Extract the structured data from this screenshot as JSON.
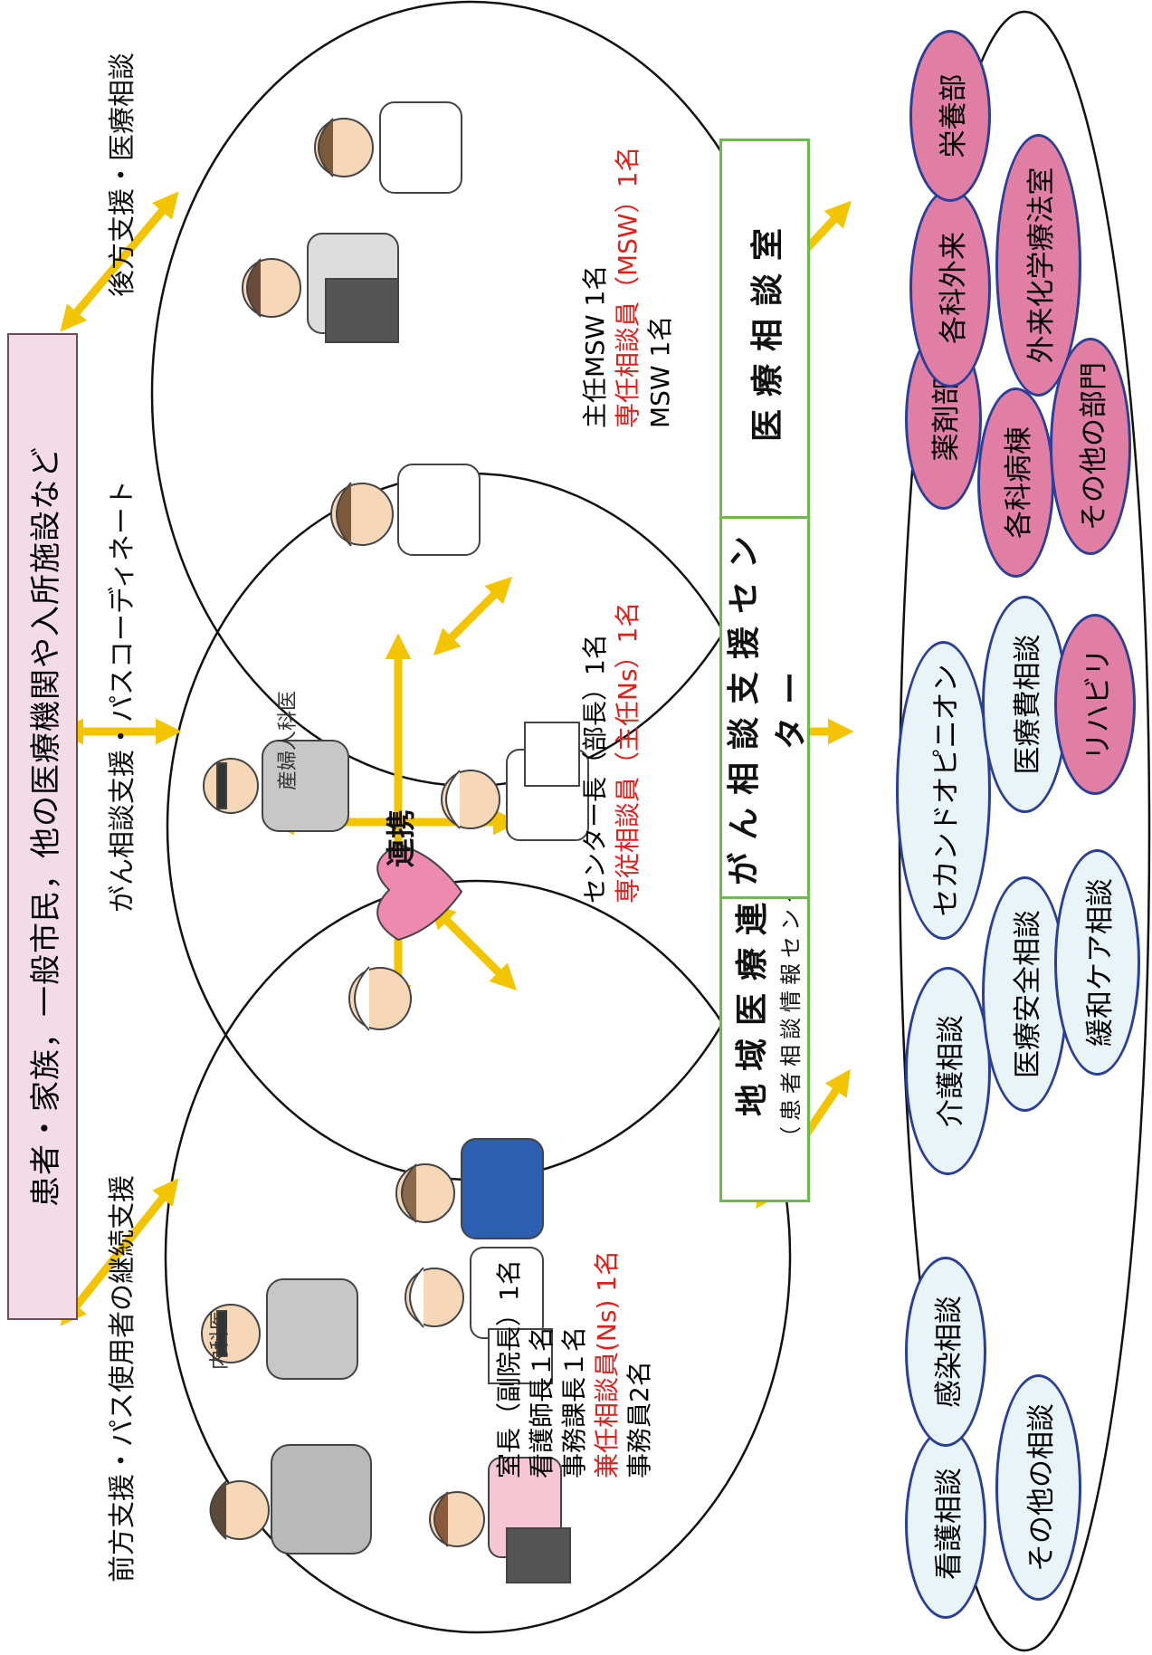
{
  "top_box": "患者・家族，一般市民，他の医療機関や入所施設など",
  "labels": {
    "left": "前方支援・パス使用者の継続支援",
    "center": "がん相談支援・パスコーディネート",
    "right": "後方支援・医療相談",
    "renkei": "連携",
    "naika": "内科医",
    "sanfujinka": "産婦人科医"
  },
  "staff_left": [
    {
      "text": "室長（副院長）1名",
      "red": false
    },
    {
      "text": "看護師長１名",
      "red": false
    },
    {
      "text": "事務課長１名",
      "red": false
    },
    {
      "text": "兼任相談員(Ns) 1名",
      "red": true
    },
    {
      "text": "事務員2名",
      "red": false
    }
  ],
  "staff_center": [
    {
      "text": "センター長（部長）1名",
      "red": false
    },
    {
      "text": "専従相談員（主任Ns）1名",
      "red": true
    }
  ],
  "staff_right": [
    {
      "text": "主任MSW 1名",
      "red": false
    },
    {
      "text": "専任相談員（MSW）1名",
      "red": true
    },
    {
      "text": "MSW 1名",
      "red": false
    }
  ],
  "boxes": {
    "chiiki_title": "地域医療連携室",
    "chiiki_sub": "（患者相談情報センター併設）",
    "gan": "がん相談支援センター",
    "iryo": "医療相談室"
  },
  "pills_blue": [
    "看護相談",
    "感染相談",
    "その他の相談",
    "介護相談",
    "医療安全相談",
    "緩和ケア相談",
    "セカンドオピニオン",
    "医療費相談"
  ],
  "pills_pink": [
    "リハビリ",
    "薬剤部",
    "各科病棟",
    "その他の部門",
    "各科外来",
    "外来化学療法室",
    "栄養部"
  ],
  "colors": {
    "arrow": "#f2c500",
    "red_text": "#e0201b",
    "green_border": "#69bb4a",
    "pill_border": "#2a3f9a",
    "pink": "#e07ea3",
    "blue_fill": "#e8f4f7",
    "top_fill": "#f4dbe8"
  }
}
